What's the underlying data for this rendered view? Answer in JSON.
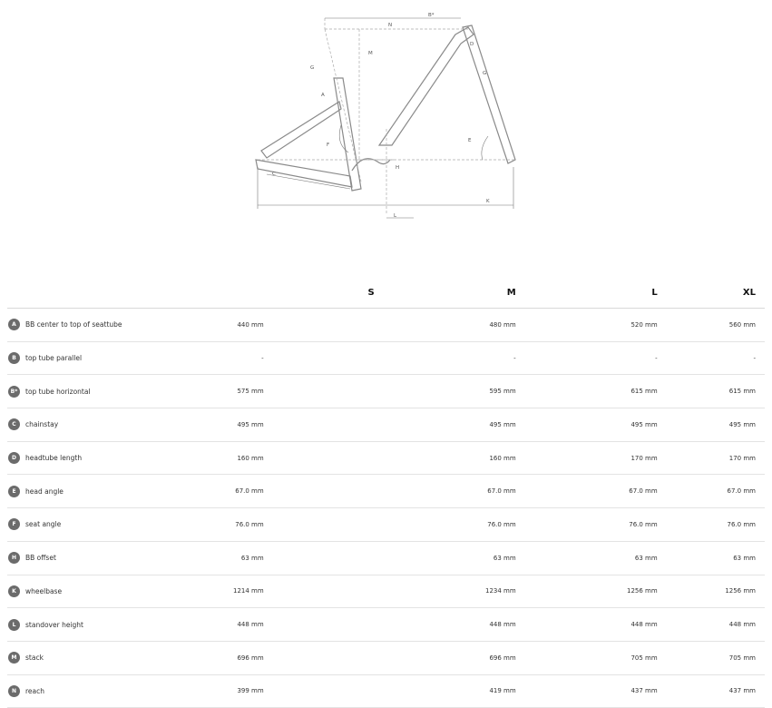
{
  "diagram_labels": {
    "n": "N",
    "b_star": "B*",
    "m": "M",
    "d": "D",
    "g_head": "G",
    "g_seat": "G",
    "a": "A",
    "f": "F",
    "e": "E",
    "h": "H",
    "c": "C",
    "k": "K",
    "l": "L"
  },
  "table": {
    "sizes": [
      "S",
      "M",
      "L",
      "XL"
    ],
    "rows": [
      {
        "key": "A",
        "label": "BB center to top of seattube",
        "values": [
          "440 mm",
          "480 mm",
          "520 mm",
          "560 mm"
        ]
      },
      {
        "key": "B",
        "label": "top tube parallel",
        "values": [
          "-",
          "-",
          "-",
          "-"
        ]
      },
      {
        "key": "B*",
        "label": "top tube horizontal",
        "values": [
          "575 mm",
          "595 mm",
          "615 mm",
          "615 mm"
        ]
      },
      {
        "key": "C",
        "label": "chainstay",
        "values": [
          "495 mm",
          "495 mm",
          "495 mm",
          "495 mm"
        ]
      },
      {
        "key": "D",
        "label": "headtube length",
        "values": [
          "160 mm",
          "160 mm",
          "170 mm",
          "170 mm"
        ]
      },
      {
        "key": "E",
        "label": "head angle",
        "values": [
          "67.0 mm",
          "67.0 mm",
          "67.0 mm",
          "67.0 mm"
        ]
      },
      {
        "key": "F",
        "label": "seat angle",
        "values": [
          "76.0 mm",
          "76.0 mm",
          "76.0 mm",
          "76.0 mm"
        ]
      },
      {
        "key": "H",
        "label": "BB offset",
        "values": [
          "63 mm",
          "63 mm",
          "63 mm",
          "63 mm"
        ]
      },
      {
        "key": "K",
        "label": "wheelbase",
        "values": [
          "1214 mm",
          "1234 mm",
          "1256 mm",
          "1256 mm"
        ]
      },
      {
        "key": "L",
        "label": "standover height",
        "values": [
          "448 mm",
          "448 mm",
          "448 mm",
          "448 mm"
        ]
      },
      {
        "key": "M",
        "label": "stack",
        "values": [
          "696 mm",
          "696 mm",
          "705 mm",
          "705 mm"
        ]
      },
      {
        "key": "N",
        "label": "reach",
        "values": [
          "399 mm",
          "419 mm",
          "437 mm",
          "437 mm"
        ]
      }
    ]
  }
}
